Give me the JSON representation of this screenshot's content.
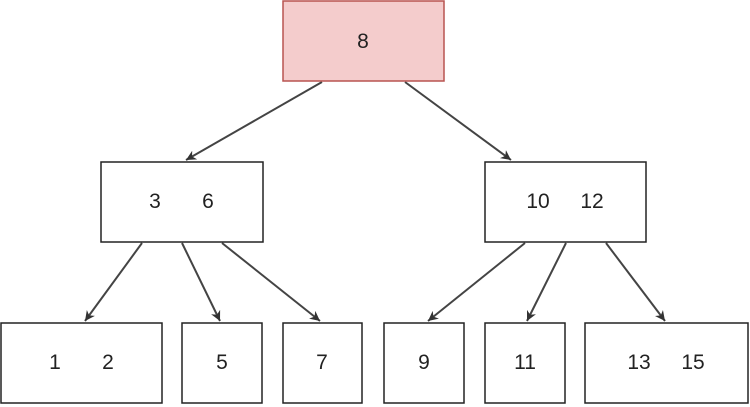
{
  "diagram": {
    "root": {
      "keys": [
        "8"
      ],
      "fill": "#f4cccc",
      "stroke": "#b85450"
    },
    "level1": [
      {
        "keys": [
          "3",
          "6"
        ]
      },
      {
        "keys": [
          "10",
          "12"
        ]
      }
    ],
    "leaves": [
      {
        "keys": [
          "1",
          "2"
        ]
      },
      {
        "keys": [
          "5"
        ]
      },
      {
        "keys": [
          "7"
        ]
      },
      {
        "keys": [
          "9"
        ]
      },
      {
        "keys": [
          "11"
        ]
      },
      {
        "keys": [
          "13",
          "15"
        ]
      }
    ],
    "colors": {
      "node_fill": "#ffffff",
      "node_stroke": "#222222",
      "edge": "#444444",
      "text": "#222222"
    }
  }
}
